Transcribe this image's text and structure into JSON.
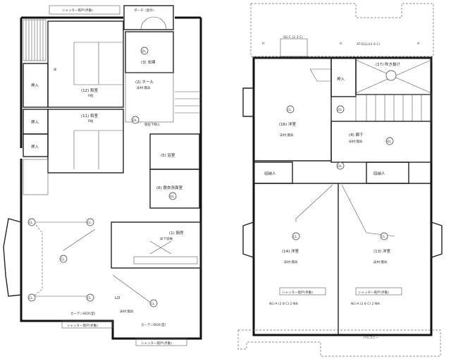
{
  "floor1": {
    "shutter_top": "シャッター雨戸(手動)",
    "porch": "ポーチ（屋外）",
    "entrance": "(3) 玄関",
    "hall": "(2) ホール",
    "hall_floor": "床材:無垢",
    "washitsu_upper": "(12) 和室",
    "washitsu_upper_size": "6帖",
    "washitsu_lower": "(11) 和室",
    "washitsu_lower_size": "6帖",
    "closet1": "押入",
    "closet2": "押入",
    "closet3": "押入",
    "tokonoma": "床",
    "understair": "階段下物入",
    "bath": "(5) 浴室",
    "washroom": "(6) 脱衣洗面室",
    "kitchen": "(1) 厨房",
    "underfloor": "床下収納",
    "ld": "LD",
    "ld_floor": "床材:無垢",
    "curtain_box_left": "カーテンBOX(室)",
    "curtain_box_right": "カーテンBOX(室)",
    "shutter_bottom_left": "シャッター雨戸(手動)",
    "shutter_bottom_right": "シャッター雨戸(手動)"
  },
  "floor2": {
    "window_sg": "SG-C (2 3 C)",
    "window_at": "AT-EL(L)(2 6 C)",
    "room16": "(16) 洋室",
    "room16_floor": "床材:無垢",
    "closet": "押入",
    "fukinuke": "(17) 吹き抜け",
    "corridor": "(4) 廊下",
    "corridor_floor": "床材:無垢",
    "storage_left": "収納人",
    "storage_right": "収納人",
    "room14": "(14) 洋室",
    "room14_floor": "床材:無垢",
    "room13": "(13) 洋室",
    "room13_floor": "床材:無垢",
    "window_ng1": "NG-A (2 8 C) 2-NN",
    "window_ng2": "NG-A (2 8 C) 2-NN",
    "shutter1": "シャッター雨戸(手動)",
    "shutter2": "シャッター雨戸(手動)",
    "balcony": "バルコニー"
  },
  "symbols": {
    "cl": "CL",
    "dl": "DL",
    "h": "H"
  }
}
